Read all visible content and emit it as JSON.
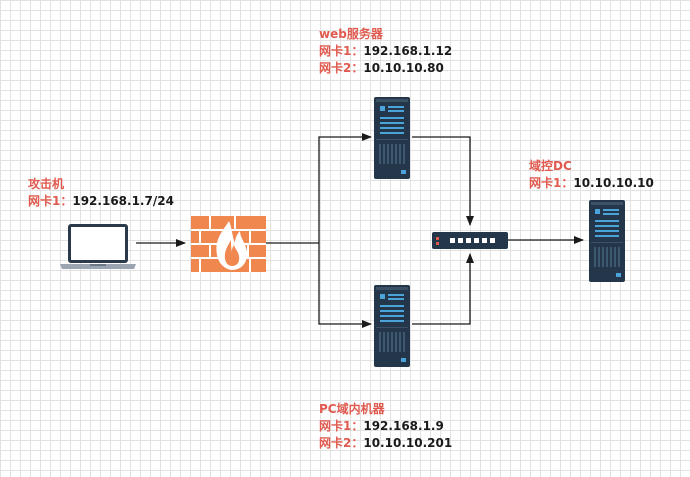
{
  "colors": {
    "label_red": "#e05a4f",
    "server_body": "#24374a",
    "server_accent": "#4aa3d9",
    "firewall": "#f0874e",
    "flame": "#ffffff",
    "switch_body": "#24374a",
    "laptop": "#2b3a4a",
    "connector": "#1a1a1a"
  },
  "nodes": {
    "attacker": {
      "title": "攻击机",
      "nic1_label": "网卡1：",
      "nic1_value": "192.168.1.7/24",
      "icon": "laptop-icon"
    },
    "firewall": {
      "icon": "firewall-icon"
    },
    "web_server": {
      "title": "web服务器",
      "nic1_label": "网卡1：",
      "nic1_value": "192.168.1.12",
      "nic2_label": "网卡2：",
      "nic2_value": "10.10.10.80",
      "icon": "server-icon"
    },
    "pc_server": {
      "title": "PC域内机器",
      "nic1_label": "网卡1：",
      "nic1_value": "192.168.1.9",
      "nic2_label": "网卡2：",
      "nic2_value": "10.10.10.201",
      "icon": "server-icon"
    },
    "switch": {
      "icon": "network-switch-icon"
    },
    "dc": {
      "title": "域控DC",
      "nic1_label": "网卡1：",
      "nic1_value": "10.10.10.10",
      "icon": "server-icon"
    }
  }
}
